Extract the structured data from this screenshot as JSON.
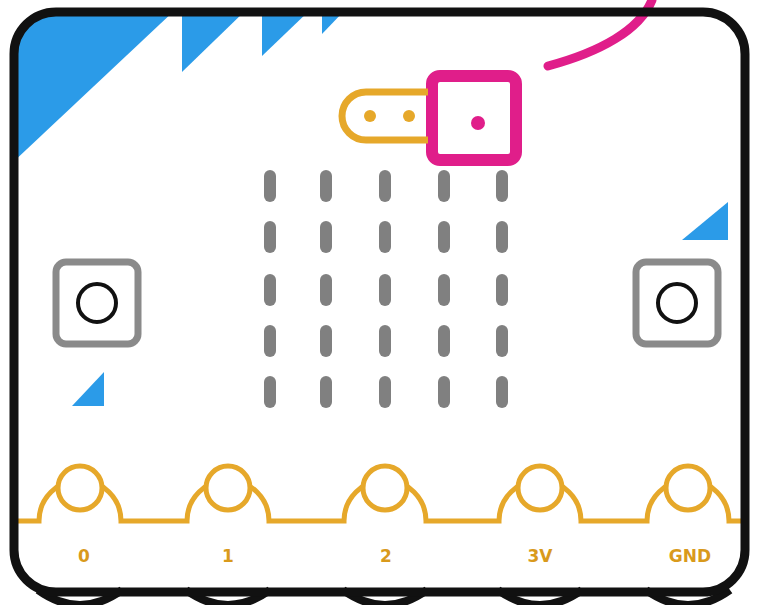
{
  "diagram": {
    "labels": [
      "0",
      "1",
      "2",
      "3V",
      "GND"
    ]
  }
}
